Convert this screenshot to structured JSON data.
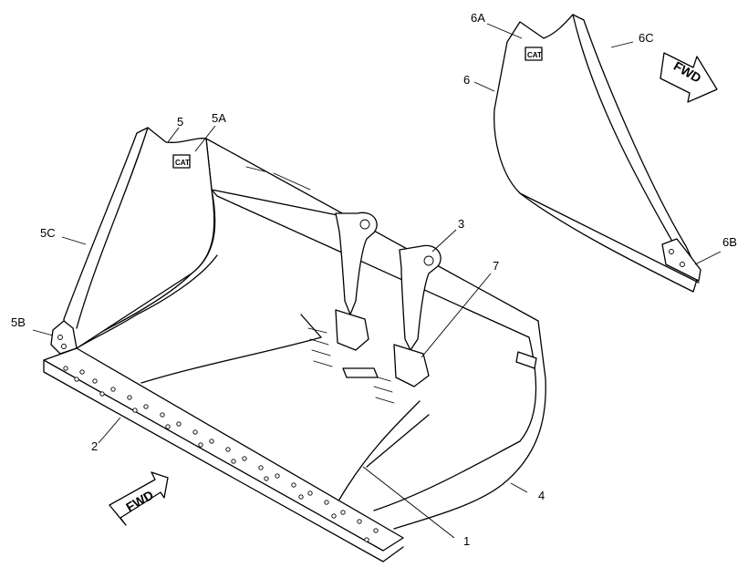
{
  "callouts": {
    "c1": "1",
    "c2": "2",
    "c3": "3",
    "c4": "4",
    "c5": "5",
    "c5a": "5A",
    "c5b": "5B",
    "c5c": "5C",
    "c6": "6",
    "c6a": "6A",
    "c6b": "6B",
    "c6c": "6C",
    "c7": "7"
  },
  "arrows": {
    "fwd_left": "FWD",
    "fwd_right": "FWD"
  },
  "logo": {
    "text": "CAT"
  }
}
